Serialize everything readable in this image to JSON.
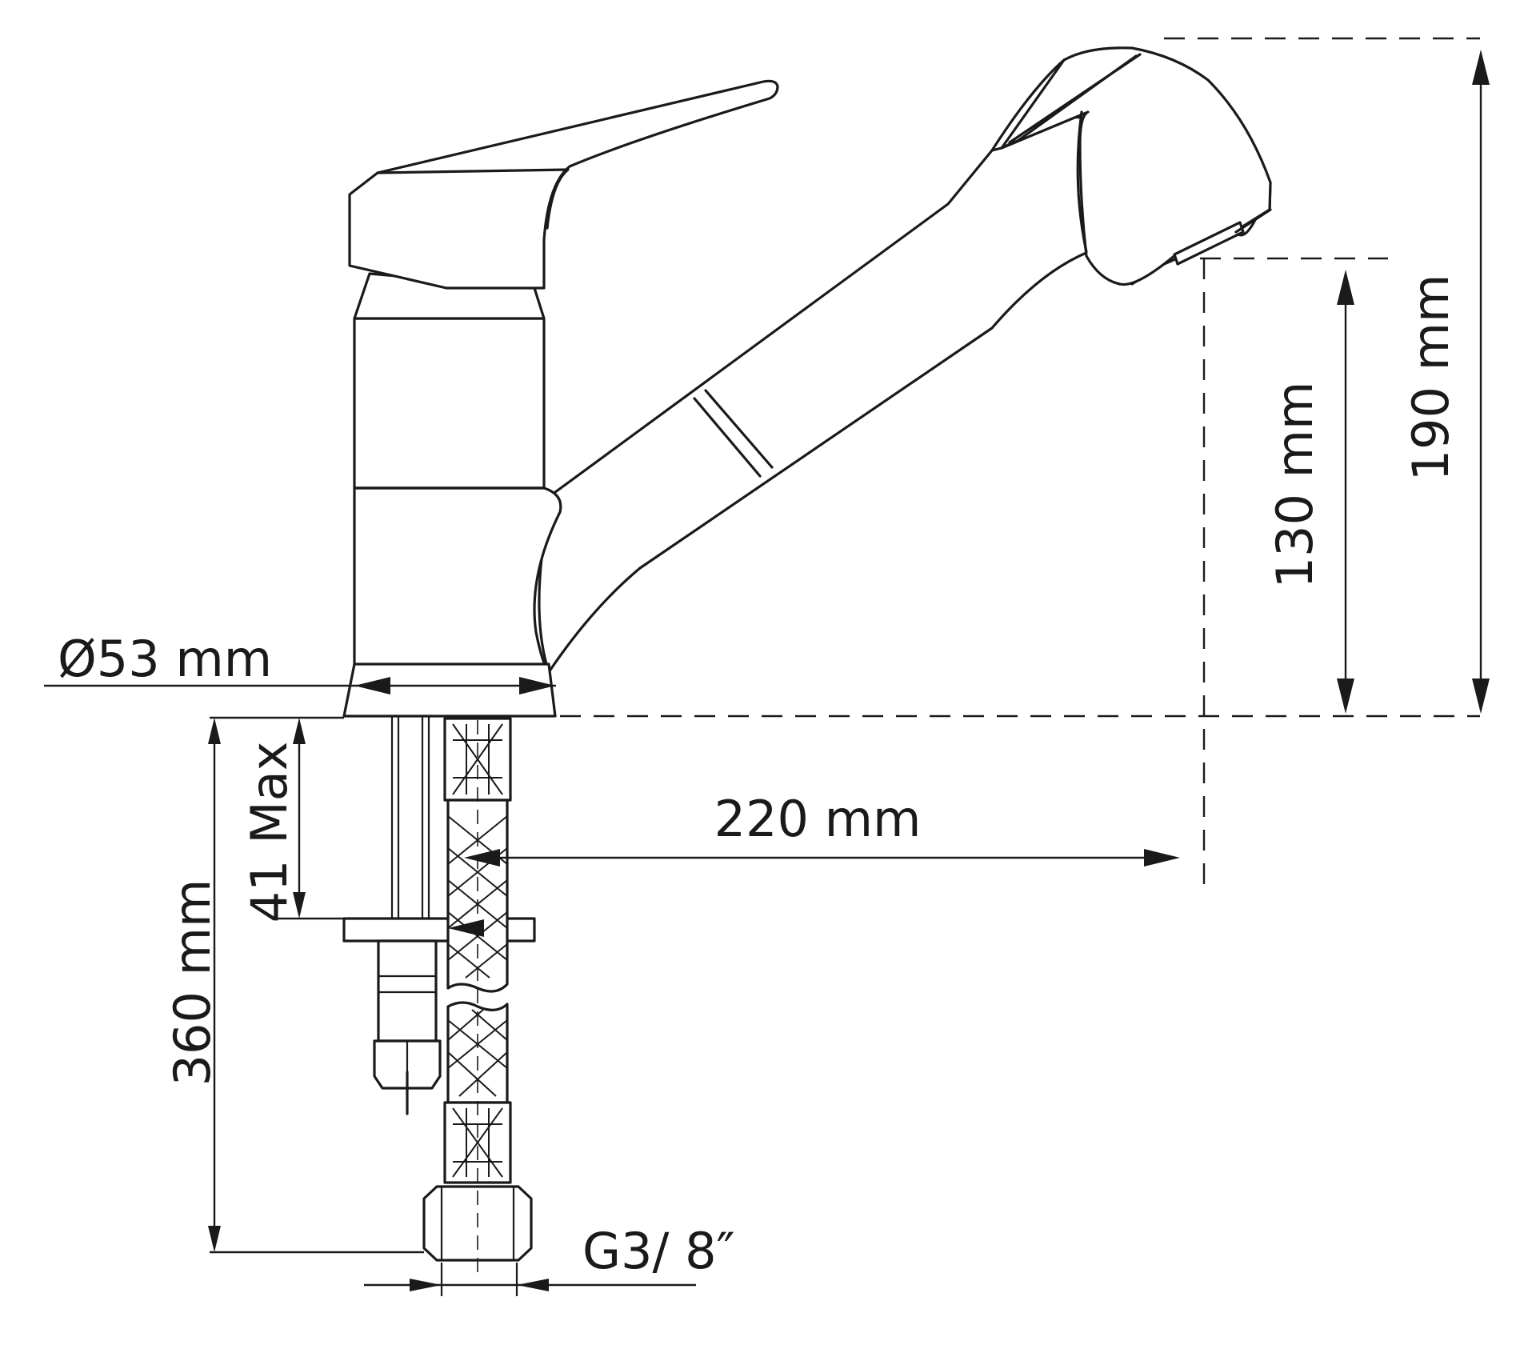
{
  "dimensions": {
    "height_total": "190 mm",
    "height_spout": "130 mm",
    "reach": "220 mm",
    "base_diameter": "Ø53 mm",
    "under_sink_length": "360 mm",
    "deck_thickness": "41 Max",
    "thread": "G3/ 8″"
  },
  "colors": {
    "line": "#1a1a1a",
    "background": "#ffffff"
  }
}
